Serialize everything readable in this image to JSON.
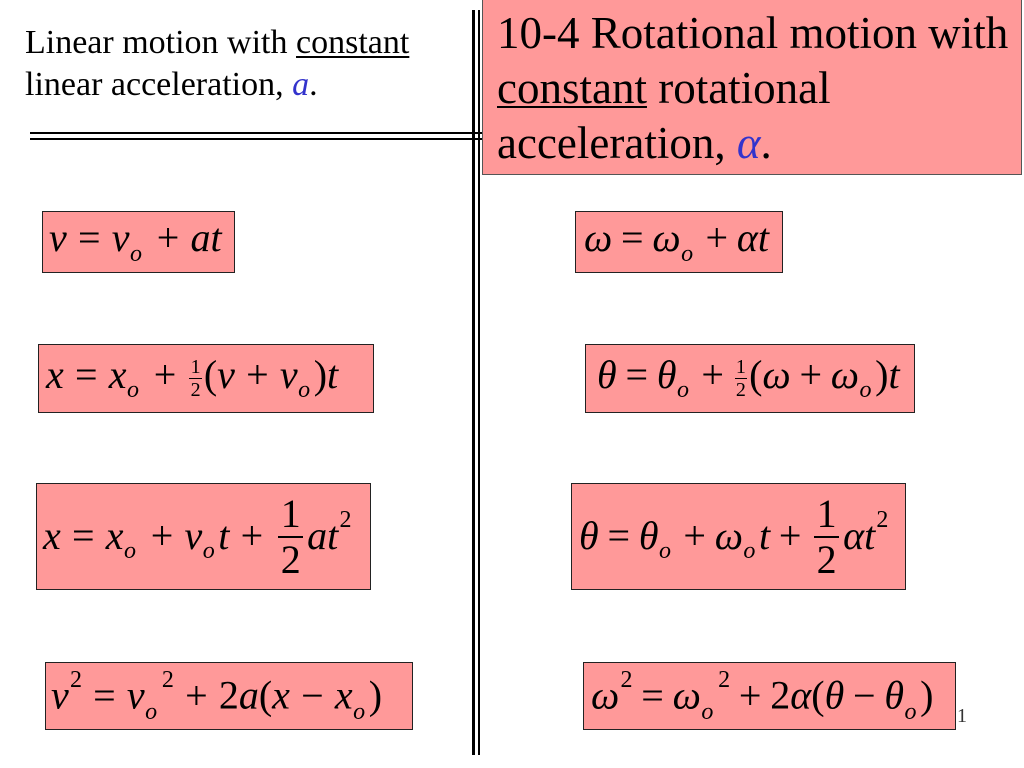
{
  "slide": {
    "linear_heading": {
      "line1": "Linear motion with",
      "emphasis": "constant",
      "line2": "linear acceleration,",
      "symbol": "a",
      "end": "."
    },
    "rotational_heading": {
      "line1": "10-4 Rotational motion with",
      "emphasis": "constant",
      "line2": "rotational",
      "line3": "acceleration,",
      "symbol": "α",
      "end": "."
    },
    "page_number": "1"
  },
  "colors": {
    "box_fill": "#FF9999",
    "box_border": "#222222",
    "symbol_blue": "#3333CC",
    "rule_line": "#000000",
    "background": "#FFFFFF"
  },
  "equations": {
    "linear": [
      {
        "tokens": [
          {
            "k": "var",
            "t": "v"
          },
          {
            "k": "op",
            "t": "="
          },
          {
            "k": "var",
            "t": "v"
          },
          {
            "k": "sub",
            "t": "o"
          },
          {
            "k": "op",
            "t": "+"
          },
          {
            "k": "var",
            "t": "at"
          }
        ]
      },
      {
        "tokens": [
          {
            "k": "var",
            "t": "x"
          },
          {
            "k": "op",
            "t": "="
          },
          {
            "k": "var",
            "t": "x"
          },
          {
            "k": "sub",
            "t": "o"
          },
          {
            "k": "op",
            "t": "+"
          },
          {
            "k": "frac",
            "num": "1",
            "den": "2"
          },
          {
            "k": "num",
            "t": "("
          },
          {
            "k": "var",
            "t": "v"
          },
          {
            "k": "op",
            "t": "+"
          },
          {
            "k": "var",
            "t": "v"
          },
          {
            "k": "sub",
            "t": "o"
          },
          {
            "k": "num",
            "t": ")"
          },
          {
            "k": "var",
            "t": "t"
          }
        ]
      },
      {
        "tokens": [
          {
            "k": "var",
            "t": "x"
          },
          {
            "k": "op",
            "t": "="
          },
          {
            "k": "var",
            "t": "x"
          },
          {
            "k": "sub",
            "t": "o"
          },
          {
            "k": "op",
            "t": "+"
          },
          {
            "k": "var",
            "t": "v"
          },
          {
            "k": "sub",
            "t": "o"
          },
          {
            "k": "var",
            "t": "t"
          },
          {
            "k": "op",
            "t": "+"
          },
          {
            "k": "frac",
            "num": "1",
            "den": "2"
          },
          {
            "k": "var",
            "t": "at"
          },
          {
            "k": "sup",
            "t": "2"
          }
        ]
      },
      {
        "tokens": [
          {
            "k": "var",
            "t": "v"
          },
          {
            "k": "sup",
            "t": "2"
          },
          {
            "k": "op",
            "t": "="
          },
          {
            "k": "var",
            "t": "v"
          },
          {
            "k": "sub",
            "t": "o"
          },
          {
            "k": "sup",
            "t": "2"
          },
          {
            "k": "op",
            "t": "+"
          },
          {
            "k": "num",
            "t": "2"
          },
          {
            "k": "var",
            "t": "a"
          },
          {
            "k": "num",
            "t": "("
          },
          {
            "k": "var",
            "t": "x"
          },
          {
            "k": "op",
            "t": "−"
          },
          {
            "k": "var",
            "t": "x"
          },
          {
            "k": "sub",
            "t": "o"
          },
          {
            "k": "num",
            "t": ")"
          }
        ]
      }
    ],
    "rotational": [
      {
        "tokens": [
          {
            "k": "greek",
            "t": "ω"
          },
          {
            "k": "op",
            "t": "="
          },
          {
            "k": "greek",
            "t": "ω"
          },
          {
            "k": "sub",
            "t": "o"
          },
          {
            "k": "op",
            "t": "+"
          },
          {
            "k": "greek",
            "t": "α"
          },
          {
            "k": "var",
            "t": "t"
          }
        ]
      },
      {
        "tokens": [
          {
            "k": "greek",
            "t": "θ"
          },
          {
            "k": "op",
            "t": "="
          },
          {
            "k": "greek",
            "t": "θ"
          },
          {
            "k": "sub",
            "t": "o"
          },
          {
            "k": "op",
            "t": "+"
          },
          {
            "k": "frac",
            "num": "1",
            "den": "2"
          },
          {
            "k": "num",
            "t": "("
          },
          {
            "k": "greek",
            "t": "ω"
          },
          {
            "k": "op",
            "t": "+"
          },
          {
            "k": "greek",
            "t": "ω"
          },
          {
            "k": "sub",
            "t": "o"
          },
          {
            "k": "num",
            "t": ")"
          },
          {
            "k": "var",
            "t": "t"
          }
        ]
      },
      {
        "tokens": [
          {
            "k": "greek",
            "t": "θ"
          },
          {
            "k": "op",
            "t": "="
          },
          {
            "k": "greek",
            "t": "θ"
          },
          {
            "k": "sub",
            "t": "o"
          },
          {
            "k": "op",
            "t": "+"
          },
          {
            "k": "greek",
            "t": "ω"
          },
          {
            "k": "sub",
            "t": "o"
          },
          {
            "k": "var",
            "t": "t"
          },
          {
            "k": "op",
            "t": "+"
          },
          {
            "k": "frac",
            "num": "1",
            "den": "2"
          },
          {
            "k": "greek",
            "t": "α"
          },
          {
            "k": "var",
            "t": "t"
          },
          {
            "k": "sup",
            "t": "2"
          }
        ]
      },
      {
        "tokens": [
          {
            "k": "greek",
            "t": "ω"
          },
          {
            "k": "sup",
            "t": "2"
          },
          {
            "k": "op",
            "t": "="
          },
          {
            "k": "greek",
            "t": "ω"
          },
          {
            "k": "sub",
            "t": "o"
          },
          {
            "k": "sup",
            "t": "2"
          },
          {
            "k": "op",
            "t": "+"
          },
          {
            "k": "num",
            "t": "2"
          },
          {
            "k": "greek",
            "t": "α"
          },
          {
            "k": "num",
            "t": "("
          },
          {
            "k": "greek",
            "t": "θ"
          },
          {
            "k": "op",
            "t": "−"
          },
          {
            "k": "greek",
            "t": "θ"
          },
          {
            "k": "sub",
            "t": "o"
          },
          {
            "k": "num",
            "t": ")"
          }
        ]
      }
    ]
  }
}
